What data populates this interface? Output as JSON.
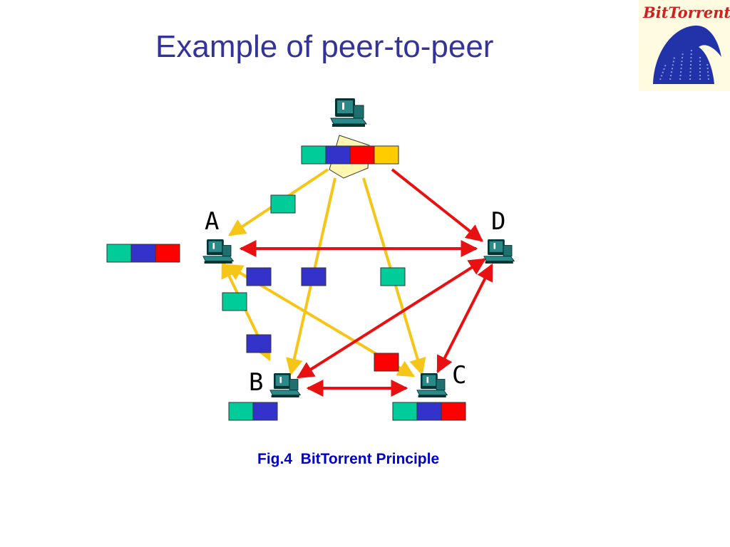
{
  "title": "Example of peer-to-peer",
  "logo": {
    "text": "BitTorrent",
    "icon": "bittorrent-wave-logo"
  },
  "peers": [
    {
      "id": "seed",
      "label": "",
      "icon": "computer-icon"
    },
    {
      "id": "A",
      "label": "A",
      "icon": "computer-icon"
    },
    {
      "id": "B",
      "label": "B",
      "icon": "computer-icon"
    },
    {
      "id": "C",
      "label": "C",
      "icon": "computer-icon"
    },
    {
      "id": "D",
      "label": "D",
      "icon": "computer-icon"
    }
  ],
  "piece_colors": {
    "teal": "#00cc99",
    "blue": "#3333cc",
    "red": "#ff0000",
    "yellow": "#ffcc00"
  },
  "link_colors": {
    "seed_link": "#f5c518",
    "peer_link": "#e81010"
  },
  "caption": "Fig.4  BitTorrent Principle"
}
